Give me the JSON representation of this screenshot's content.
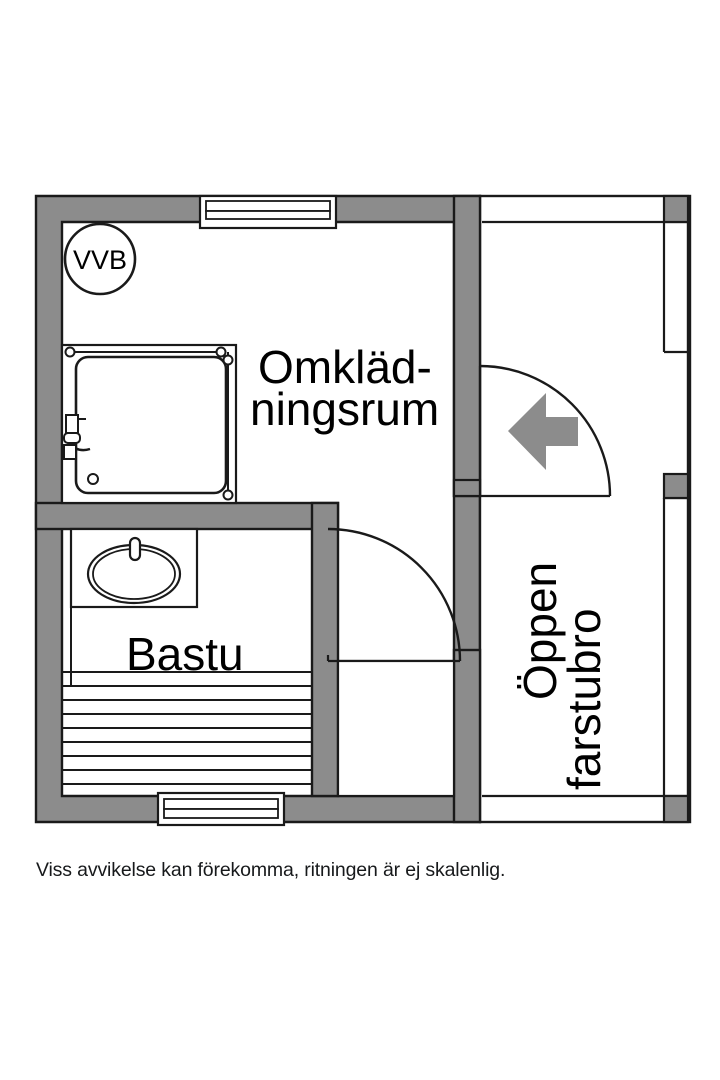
{
  "document": {
    "type": "architectural-floor-plan",
    "caption": "Viss avvikelse kan förekomma, ritningen är ej skalenlig."
  },
  "colors": {
    "wall_fill": "#8c8c8c",
    "wall_stroke": "#1a1a1a",
    "background": "#ffffff",
    "line": "#1a1a1a",
    "arrow_fill": "#8c8c8c",
    "text": "#17191b"
  },
  "rooms": [
    {
      "id": "omkladningsrum",
      "label_line1": "Omkläd-",
      "label_line2": "ningsrum",
      "label_full": "Omklädningsrum",
      "font_size": 44,
      "rotation": 0
    },
    {
      "id": "bastu",
      "label_line1": "Bastu",
      "label_full": "Bastu",
      "font_size": 44,
      "rotation": 0
    },
    {
      "id": "oppen-farstubro",
      "label_line1": "Öppen",
      "label_line2": "farstubro",
      "label_full": "Öppen farstubro",
      "font_size": 44,
      "rotation": -90
    }
  ],
  "annotations": {
    "water_heater": "VVB"
  },
  "fixtures": [
    {
      "id": "shower-cabin",
      "room": "omkladningsrum"
    },
    {
      "id": "washbasin",
      "room": "bastu"
    },
    {
      "id": "sauna-benches",
      "room": "bastu"
    },
    {
      "id": "water-heater-vvb",
      "room": "omkladningsrum"
    }
  ],
  "openings": [
    {
      "id": "window-top",
      "type": "window",
      "wall": "north"
    },
    {
      "id": "window-bottom",
      "type": "window",
      "wall": "south"
    },
    {
      "id": "entry-door",
      "type": "door",
      "swing": "inward-left",
      "has_arrow": true
    },
    {
      "id": "interior-door",
      "type": "door",
      "swing": "down-right",
      "has_arrow": false
    }
  ]
}
